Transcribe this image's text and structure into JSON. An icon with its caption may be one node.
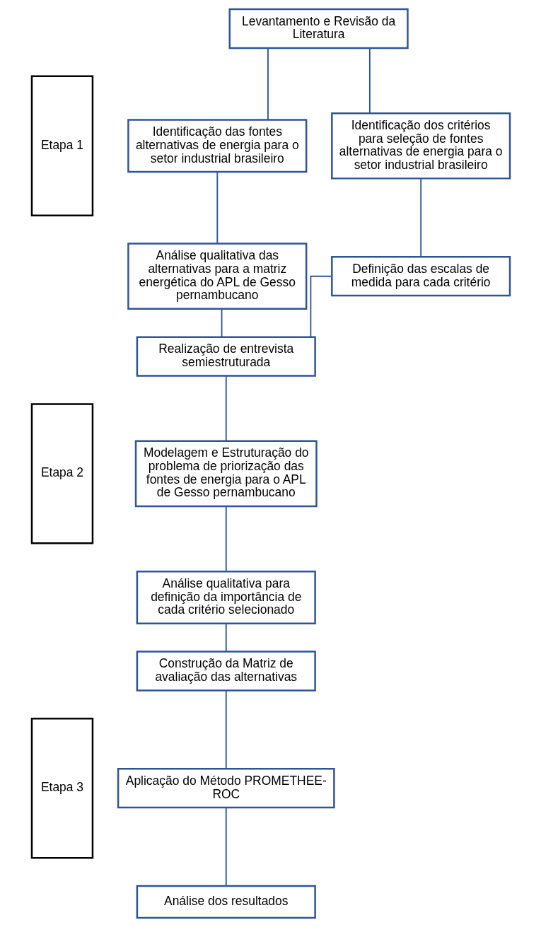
{
  "diagram": {
    "nodes": [
      {
        "text": [
          "Etapa 1"
        ]
      },
      {
        "text": [
          "Levantamento e Revisão da Literatura"
        ]
      },
      {
        "text": [
          "Identificação das fontes alternativas de energia para o setor industrial brasileiro"
        ]
      },
      {
        "text": [
          "Identificação dos critérios para seleção de fontes alternativas de energia para o setor industrial brasileiro"
        ]
      },
      {
        "text": [
          "Análise qualitativa das alternativas para a matriz energética do APL de Gesso pernambucano"
        ]
      },
      {
        "text": [
          "Definição das escalas de medida para cada critério"
        ]
      },
      {
        "text": [
          "Etapa 2"
        ]
      },
      {
        "text": [
          "Realização de entrevista semiestruturada"
        ]
      },
      {
        "text": [
          "Modelagem e Estruturação do problema de priorização das fontes de energia para o APL de Gesso pernambucano"
        ]
      },
      {
        "text": [
          "Análise qualitativa para definição da importância de cada critério selecionado"
        ]
      },
      {
        "text": [
          "Construção da Matriz de avaliação das alternativas"
        ]
      },
      {
        "text": [
          "Etapa 3"
        ]
      },
      {
        "text": [
          "Aplicação do Método PROMETHEE-ROC"
        ]
      },
      {
        "text": [
          "Análise dos resultados"
        ]
      }
    ],
    "edges": [
      {
        "from": 1,
        "to": 2,
        "arrow": "none"
      },
      {
        "from": 1,
        "to": 3,
        "arrow": "none"
      },
      {
        "from": 2,
        "to": 4,
        "arrow": "none"
      },
      {
        "from": 3,
        "to": 5,
        "arrow": "none"
      },
      {
        "from": 4,
        "to": 7,
        "arrow": "none"
      },
      {
        "from": 5,
        "to": 7,
        "arrow": "none"
      },
      {
        "from": 7,
        "to": 8,
        "arrow": "none"
      },
      {
        "from": 8,
        "to": 9,
        "arrow": "none"
      },
      {
        "from": 9,
        "to": 10,
        "arrow": "none"
      },
      {
        "from": 10,
        "to": 12,
        "arrow": "none"
      },
      {
        "from": 12,
        "to": 13,
        "arrow": "none"
      }
    ]
  }
}
